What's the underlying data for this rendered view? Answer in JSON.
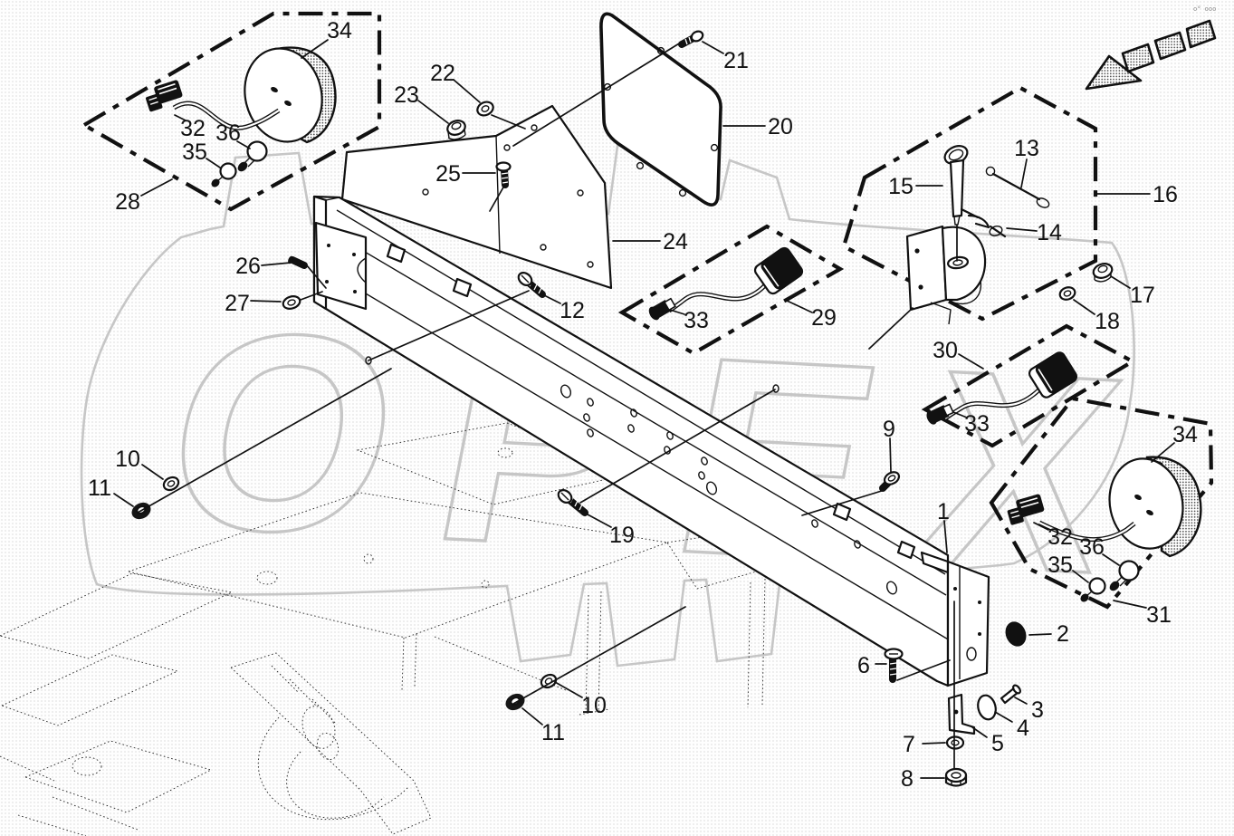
{
  "watermark": {
    "text": "OPEX",
    "color": "#c6c6c6"
  },
  "corner_mark": "o° ooo",
  "diagram": {
    "kind": "exploded-parts-diagram",
    "subject": "cross-beam / lighting and hitch assembly"
  },
  "labels": [
    "34",
    "32",
    "36",
    "35",
    "28",
    "23",
    "22",
    "25",
    "21",
    "20",
    "24",
    "26",
    "27",
    "12",
    "33",
    "29",
    "15",
    "13",
    "14",
    "16",
    "17",
    "18",
    "30",
    "33",
    "34",
    "9",
    "10",
    "11",
    "19",
    "1",
    "32",
    "36",
    "35",
    "31",
    "2",
    "6",
    "10",
    "11",
    "3",
    "4",
    "5",
    "7",
    "8"
  ]
}
